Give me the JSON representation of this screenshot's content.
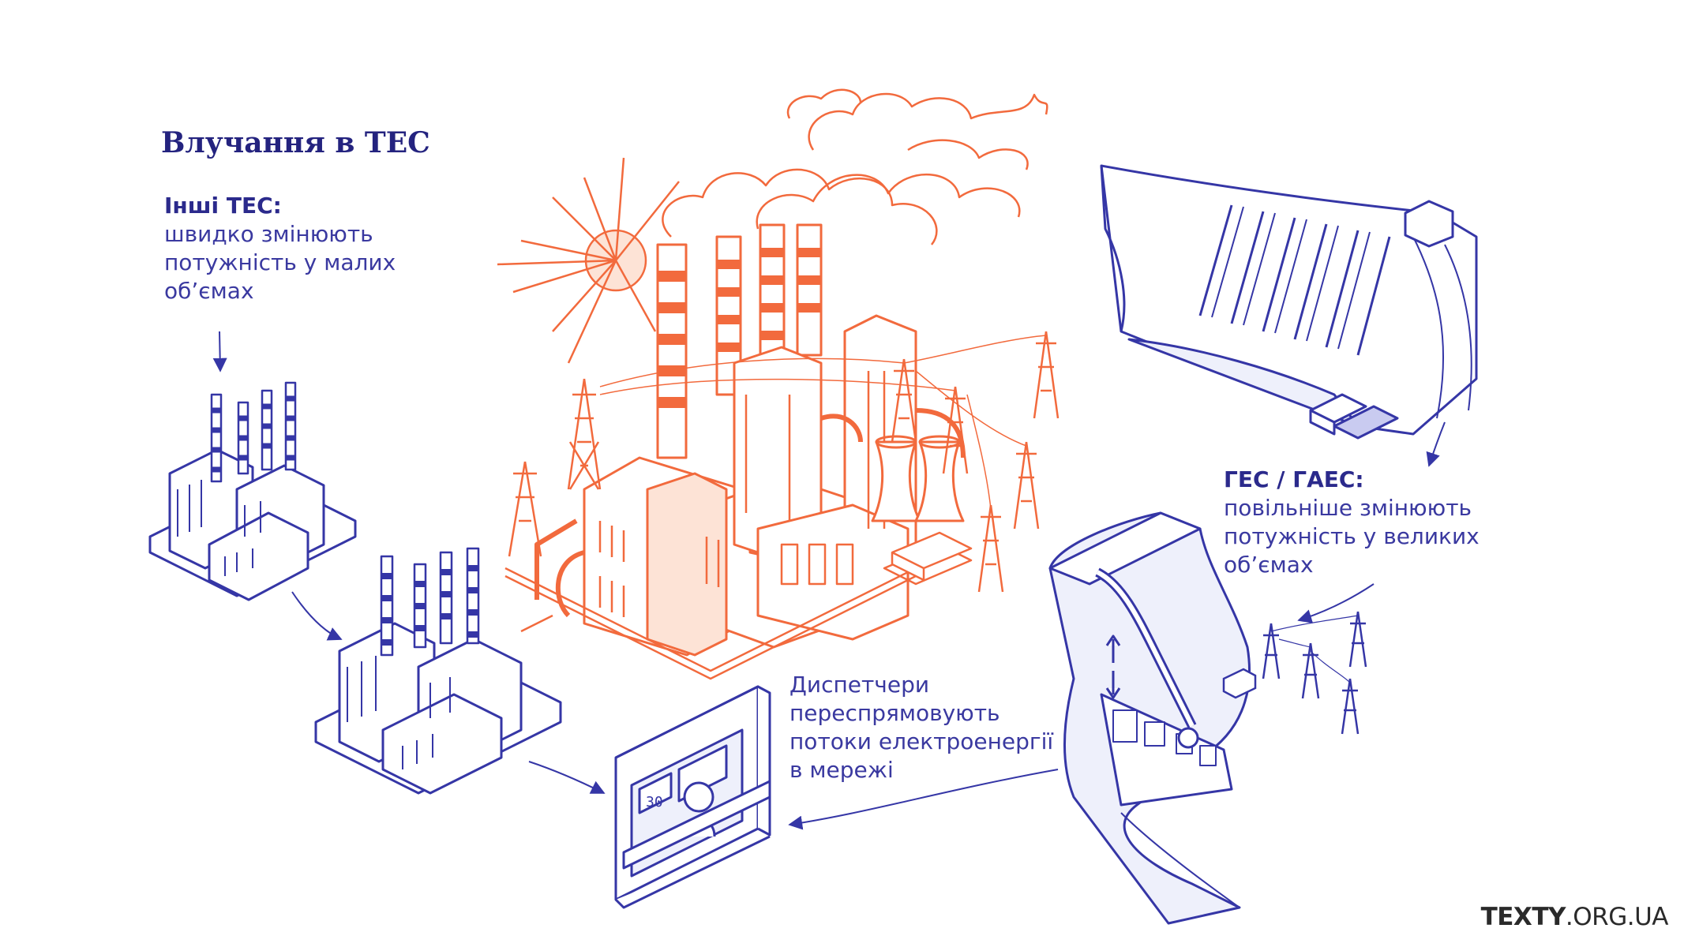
{
  "title": "Влучання в ТЕС",
  "other_tes": {
    "heading": "Інші ТЕС:",
    "lines": [
      "швидко змінюють",
      "потужність у малих",
      "об’ємах"
    ]
  },
  "hydro": {
    "heading": "ГЕС / ГАЕС:",
    "lines": [
      "повільніше змінюють",
      "потужність у великих",
      "об’ємах"
    ]
  },
  "dispatch": {
    "lines": [
      "Диспетчери",
      "переспрямовують",
      "потоки електроенергії",
      "в мережі"
    ]
  },
  "logo": {
    "bold": "TEXTY",
    "rest": ".ORG.UA"
  },
  "colors": {
    "blue": "#3536a6",
    "orange": "#f26a3d",
    "text": "#2b2a8c"
  },
  "monitor_display": "30"
}
